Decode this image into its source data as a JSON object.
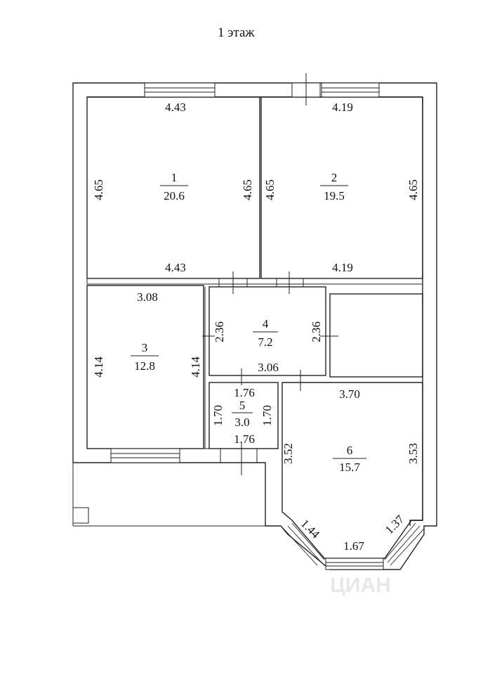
{
  "title": "1 этаж",
  "watermark": "ЦИАН",
  "colors": {
    "line": "#222222",
    "background": "#ffffff"
  },
  "rooms": [
    {
      "number": "1",
      "area": "20.6"
    },
    {
      "number": "2",
      "area": "19.5"
    },
    {
      "number": "3",
      "area": "12.8"
    },
    {
      "number": "4",
      "area": "7.2"
    },
    {
      "number": "5",
      "area": "3.0"
    },
    {
      "number": "6",
      "area": "15.7"
    }
  ],
  "dimensions": {
    "r1_top": "4.43",
    "r1_bottom": "4.43",
    "r1_left": "4.65",
    "r1_right": "4.65",
    "r2_top": "4.19",
    "r2_bottom": "4.19",
    "r2_left": "4.65",
    "r2_right": "4.65",
    "r3_top": "3.08",
    "r3_left": "4.14",
    "r3_right": "4.14",
    "r4_left": "2.36",
    "r4_right": "2.36",
    "r4_bottom": "3.06",
    "r5_top": "1.76",
    "r5_bottom": "1.76",
    "r5_left": "1.70",
    "r5_right": "1.70",
    "r6_top": "3.70",
    "r6_left": "3.52",
    "r6_right": "3.53",
    "r6_bay_left": "1.44",
    "r6_bay_bottom": "1.67",
    "r6_bay_right": "1.37"
  }
}
